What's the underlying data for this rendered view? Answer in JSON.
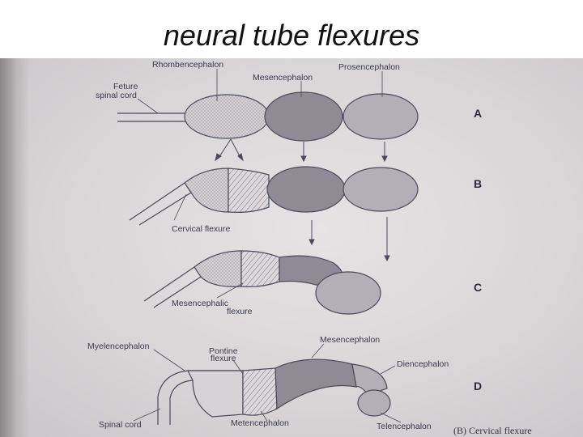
{
  "title": "neural tube flexures",
  "panels": [
    "A",
    "B",
    "C",
    "D"
  ],
  "labels": {
    "rhombencephalon": "Rhombencephalon",
    "mesencephalon_top": "Mesencephalon",
    "prosencephalon": "Prosencephalon",
    "future_spinal_cord_1": "Feture",
    "future_spinal_cord_2": "spinal cord",
    "cervical_flexure": "Cervical flexure",
    "mesencephalic_flexure_1": "Mesencephalic",
    "mesencephalic_flexure_2": "flexure",
    "myelencephalon": "Myelencephalon",
    "pontine_flexure_1": "Pontine",
    "pontine_flexure_2": "flexure",
    "mesencephalon_d": "Mesencephalon",
    "diencephalon": "Diencephalon",
    "spinal_cord": "Spinal cord",
    "metencephalon": "Metencephalon",
    "telencephalon": "Telencephalon",
    "caption_fragment": "(B) Cervical flexure"
  },
  "colors": {
    "rhomb_fill": "#cfcbd0",
    "mes_fill": "#8f8b94",
    "pros_fill": "#b3afb6",
    "outline": "#4a4a58"
  }
}
